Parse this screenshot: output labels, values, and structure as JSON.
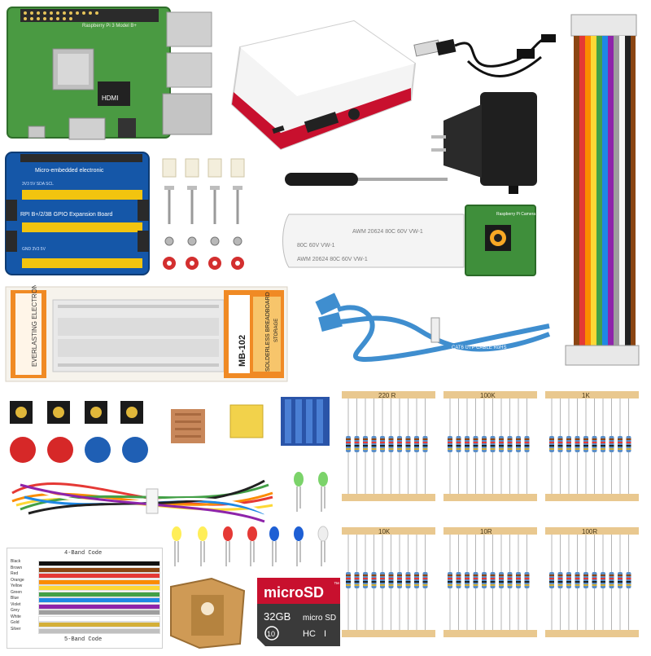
{
  "pi_board": {
    "model_text": "Raspberry Pi 3 Model B+",
    "hdmi_label": "HDMI"
  },
  "gpio_board": {
    "top_text": "Micro-embedded electronic",
    "middle_text": "RPI B+/2/3B GPIO Expansion Board",
    "pin_label_left": "3V3 5V SDA SCL",
    "pin_label_right": "GND 3V3 5V"
  },
  "ribbon_cable": {
    "print_rows": [
      "AWM 20624 80C 60V VW-1",
      "80C 60V VW-1",
      "AWM 20624 80C 60V VW-1"
    ]
  },
  "camera": {
    "label": "Raspberry Pi Camera"
  },
  "breadboard": {
    "side_label": "EVERLASTING ELECTRONIC",
    "box_model": "MB-102",
    "box_title": "SOLDERLESS BREADBOARD",
    "box_sub": "STORAGE"
  },
  "ethernet_cable": {
    "print": "CAT6 UTP CABLE RoHS"
  },
  "resistor_strips": [
    {
      "label": "220 R"
    },
    {
      "label": "100K"
    },
    {
      "label": "1K"
    },
    {
      "label": "10K"
    },
    {
      "label": "10R"
    },
    {
      "label": "100R"
    }
  ],
  "color_card": {
    "header": "4-Band Code",
    "rows": [
      "Black",
      "Brown",
      "Red",
      "Orange",
      "Yellow",
      "Green",
      "Blue",
      "Violet",
      "Grey",
      "White",
      "Gold",
      "Silver"
    ],
    "footer": "5-Band Code"
  },
  "sd_card": {
    "brand": "microSD",
    "tm": "™",
    "capacity": "32GB",
    "logo": "micro SD",
    "hc": "HC",
    "class": "10",
    "uhs": "I"
  },
  "colors": {
    "pcb_green": "#3f8f3b",
    "case_red": "#c8102e",
    "header_yellow": "#f2c40f",
    "cable_blue": "#3f8ecf",
    "heatsink_blue": "#2a54a8"
  }
}
